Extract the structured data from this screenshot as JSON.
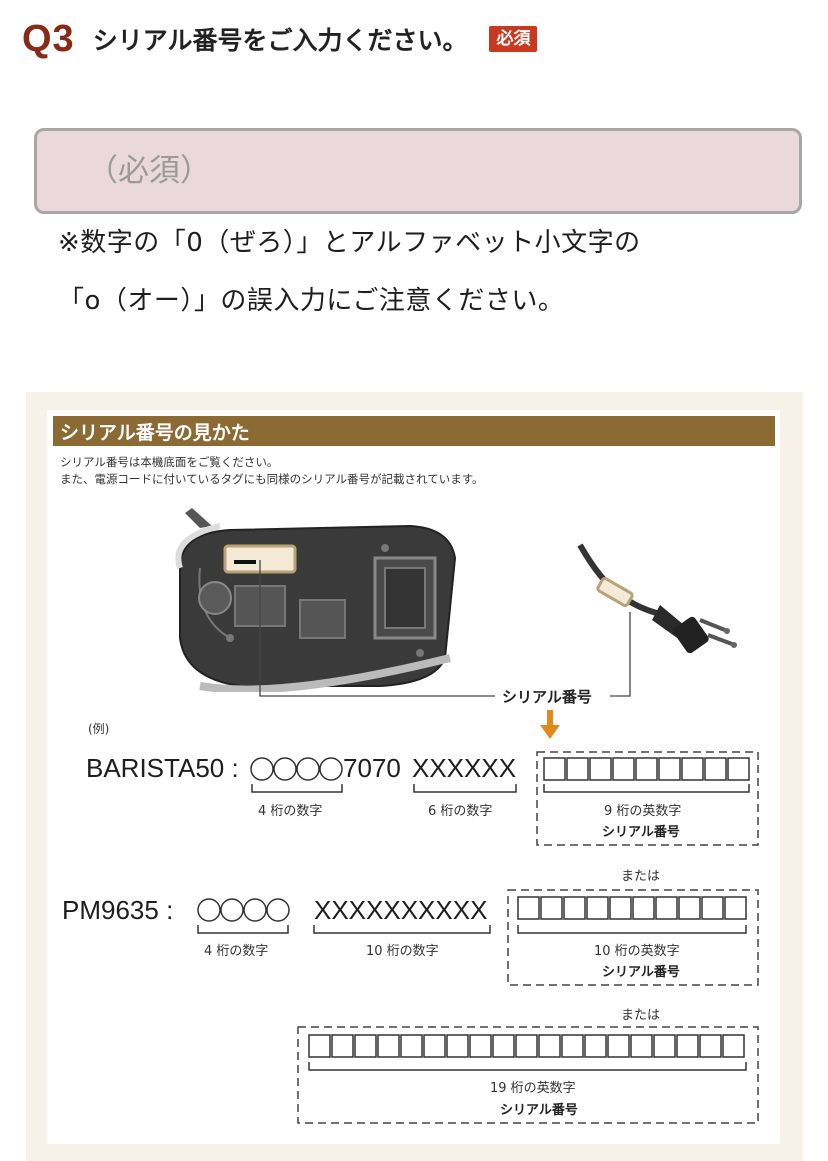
{
  "question": {
    "number": "Q3",
    "title": "シリアル番号をご入力ください。",
    "required_badge": "必須"
  },
  "serial_field": {
    "placeholder": "（必須）",
    "value": ""
  },
  "notes": [
    "※数字の「0（ぜろ）」とアルファベット小文字の",
    "「o（オー）」の誤入力にご注意ください。"
  ],
  "guide": {
    "title": "シリアル番号の見かた",
    "description": [
      "シリアル番号は本機底面をご覧ください。",
      "また、電源コードに付いているタグにも同様のシリアル番号が記載されています。"
    ],
    "serial_callout": "シリアル番号",
    "example_label": "(例)",
    "model1": {
      "name": "BARISTA50 :",
      "code_middle": "7070",
      "code_x": "XXXXXX",
      "label_4digits": "4 桁の数字",
      "label_6digits": "6 桁の数字",
      "box_label": "9 桁の英数字",
      "box_sublabel": "シリアル番号"
    },
    "or1": "または",
    "model2": {
      "name": "PM9635 :",
      "code_x": "XXXXXXXXXX",
      "label_4digits": "4 桁の数字",
      "label_10digits": "10 桁の数字",
      "box_label": "10 桁の英数字",
      "box_sublabel": "シリアル番号"
    },
    "or2": "または",
    "model3": {
      "box_label": "19 桁の英数字",
      "box_sublabel": "シリアル番号"
    }
  },
  "colors": {
    "accent_red": "#8a2a16",
    "badge_red": "#c9381f",
    "input_bg": "#ead8dc",
    "guide_bar": "#8c6a34",
    "arrow_orange": "#e08a1e"
  }
}
